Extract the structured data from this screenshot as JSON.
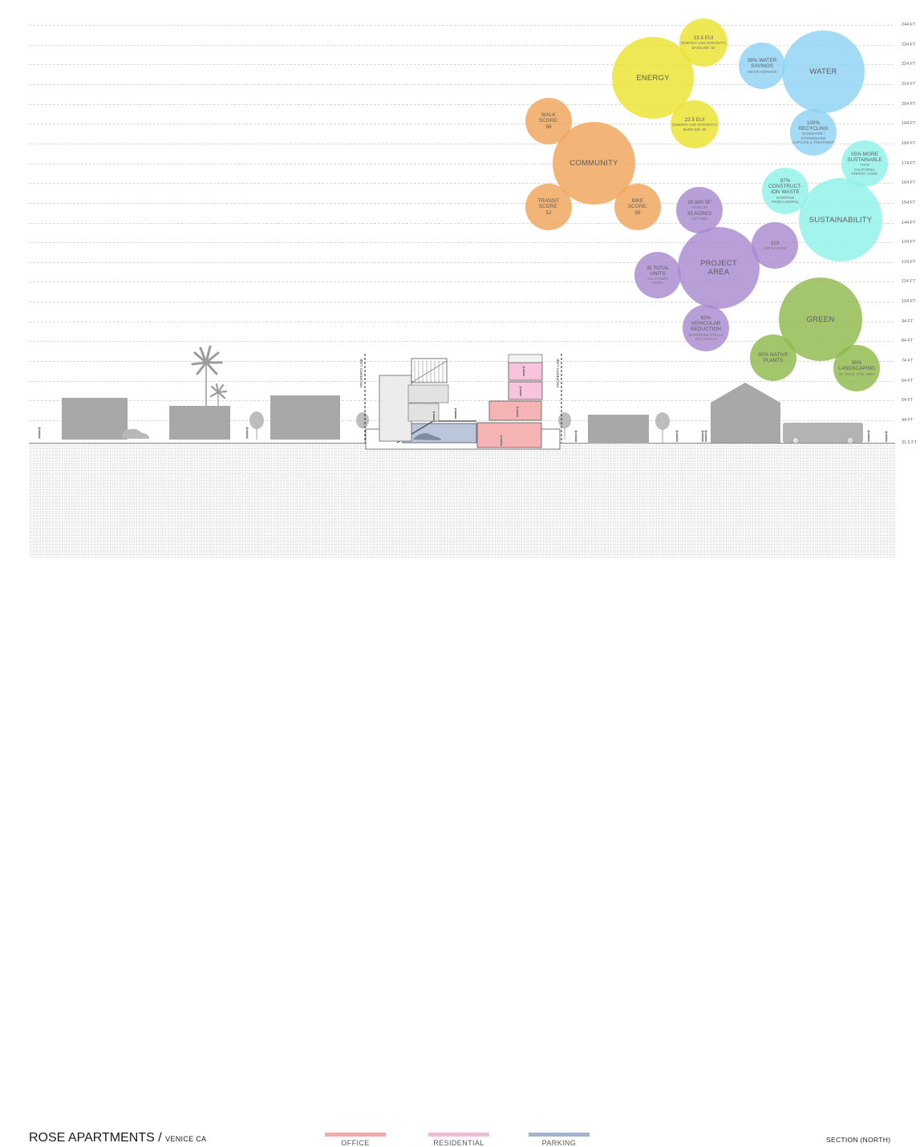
{
  "levels": [
    {
      "value": 244,
      "label": "244 FT"
    },
    {
      "value": 234,
      "label": "234 FT"
    },
    {
      "value": 224,
      "label": "224 FT"
    },
    {
      "value": 214,
      "label": "214 FT"
    },
    {
      "value": 204,
      "label": "204 FT"
    },
    {
      "value": 194,
      "label": "194 FT"
    },
    {
      "value": 184,
      "label": "184 FT"
    },
    {
      "value": 174,
      "label": "174 FT"
    },
    {
      "value": 164,
      "label": "164 FT"
    },
    {
      "value": 154,
      "label": "154 FT"
    },
    {
      "value": 144,
      "label": "144 FT"
    },
    {
      "value": 134,
      "label": "134 FT"
    },
    {
      "value": 124,
      "label": "124 FT"
    },
    {
      "value": 114,
      "label": "114 FT"
    },
    {
      "value": 104,
      "label": "104 FT"
    },
    {
      "value": 94,
      "label": "94 FT"
    },
    {
      "value": 84,
      "label": "84 FT"
    },
    {
      "value": 74,
      "label": "74 FT"
    },
    {
      "value": 64,
      "label": "64 FT"
    },
    {
      "value": 54,
      "label": "54 FT"
    },
    {
      "value": 44,
      "label": "44 FT"
    }
  ],
  "ground_level_label": "31.5 FT",
  "property_line_label": "PROPERTY LINE",
  "bubbles": {
    "energy": {
      "title": "ENERGY",
      "color": "#ece330"
    },
    "energy_eui_top": {
      "title": "23.5 EUI",
      "sub": "(ENERGY USE INTENSITY)\nBASELINE: 50",
      "color": "#ece330"
    },
    "energy_eui_bottom": {
      "title": "23.5 EUI",
      "sub": "(ENERGY USE INTENSITY)\nBASELINE: 50",
      "color": "#ece330"
    },
    "water": {
      "title": "WATER",
      "color": "#8fd2f5"
    },
    "water_savings": {
      "title": "38% WATER\nSAVINGS",
      "sub": "ABOVE AVERAGE",
      "color": "#8fd2f5"
    },
    "water_recycling": {
      "title": "100%\nRECYCLING",
      "sub": "RAINWATER / STORMWATER\nCAPTURE & TREATMENT",
      "color": "#8fd2f5"
    },
    "community": {
      "title": "COMMUNITY",
      "color": "#f0a55a"
    },
    "walk_score": {
      "title": "WALK\nSCORE:\n88",
      "color": "#f0a55a"
    },
    "transit_score": {
      "title": "TRANSIT\nSCORE:\n52",
      "color": "#f0a55a"
    },
    "bike_score": {
      "title": "BIKE\nSCORE:\n88",
      "color": "#f0a55a"
    },
    "sustainability": {
      "title": "SUSTAINABILITY",
      "color": "#8ff2e8"
    },
    "more_sustainable": {
      "title": "55% MORE\nSUSTAINABLE",
      "sub": "THAN\nCALIFORNIA\nENERGY CODE",
      "color": "#8ff2e8"
    },
    "construction_waste": {
      "title": "97%\nCONSTRUCT-\nION WASTE",
      "sub": "DIVERTED\nFROM LANDFILL",
      "color": "#8ff2e8"
    },
    "project_area": {
      "title": "PROJECT\nAREA",
      "color": "#a98ad0"
    },
    "total_sf": {
      "title": "20,900 SF",
      "sub": "TOTAL SF",
      "title2": "33 ACRES",
      "sub2": "LOT SIZE",
      "color": "#a98ad0"
    },
    "units_per_acre": {
      "title": "113",
      "sub": "UNITS / ACRE",
      "color": "#a98ad0"
    },
    "total_units": {
      "title": "35 TOTAL\nUNITS",
      "sub": "ALL STUDIO\nUNITS",
      "color": "#a98ad0"
    },
    "vehicular_reduction": {
      "title": "62%\nVEHICULAR\nREDUCTION",
      "sub": "19 PARKING STALLS\n3 EV STALLS",
      "color": "#a98ad0"
    },
    "green": {
      "title": "GREEN",
      "color": "#8fba4e"
    },
    "native_plants": {
      "title": "92% NATIVE\nPLANTS",
      "color": "#8fba4e"
    },
    "landscaping": {
      "title": "36%\nLANDSCAPING",
      "sub": "OF TOTAL SITE AREA",
      "color": "#8fba4e"
    }
  },
  "footer": {
    "title": "ROSE APARTMENTS /",
    "subtitle": "VENICE CA",
    "legend": [
      {
        "label": "OFFICE",
        "color": "#f2a9a9"
      },
      {
        "label": "RESIDENTIAL",
        "color": "#f3bcd6"
      },
      {
        "label": "PARKING",
        "color": "#a6b4cf"
      }
    ],
    "section_label": "SECTION (NORTH)"
  },
  "colors": {
    "office": "#f5b3b3",
    "residential": "#f7c3dd",
    "parking": "#b9c6dc",
    "context_building": "#a8a8a8"
  }
}
